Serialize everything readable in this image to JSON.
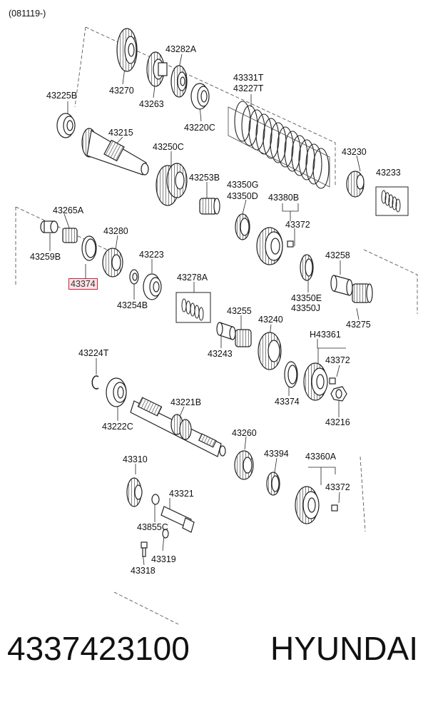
{
  "header": {
    "date_code": "(081119-)"
  },
  "labels": {
    "l43282A": "43282A",
    "l43270": "43270",
    "l43263": "43263",
    "l43331T": "43331T",
    "l43227T": "43227T",
    "l43225B": "43225B",
    "l43220C": "43220C",
    "l43215": "43215",
    "l43250C": "43250C",
    "l43230": "43230",
    "l43233": "43233",
    "l43253B": "43253B",
    "l43350G": "43350G",
    "l43350D": "43350D",
    "l43380B": "43380B",
    "l43265A": "43265A",
    "l43280": "43280",
    "l43372a": "43372",
    "l43259B": "43259B",
    "l43374a": "43374",
    "l43223": "43223",
    "l43258": "43258",
    "l43254B": "43254B",
    "l43278A": "43278A",
    "l43350E": "43350E",
    "l43350J": "43350J",
    "l43255": "43255",
    "l43275": "43275",
    "l43240": "43240",
    "l43243": "43243",
    "lH43361": "H43361",
    "l43224T": "43224T",
    "l43372b": "43372",
    "l43221B": "43221B",
    "l43374b": "43374",
    "l43216": "43216",
    "l43222C": "43222C",
    "l43260": "43260",
    "l43310": "43310",
    "l43394": "43394",
    "l43360A": "43360A",
    "l43321": "43321",
    "l43372c": "43372",
    "l43855C": "43855C",
    "l43319": "43319",
    "l43318": "43318"
  },
  "highlight": {
    "part": "43374",
    "color": "#d0203a"
  },
  "footer": {
    "part_number": "4337423100",
    "brand": "HYUNDAI"
  }
}
